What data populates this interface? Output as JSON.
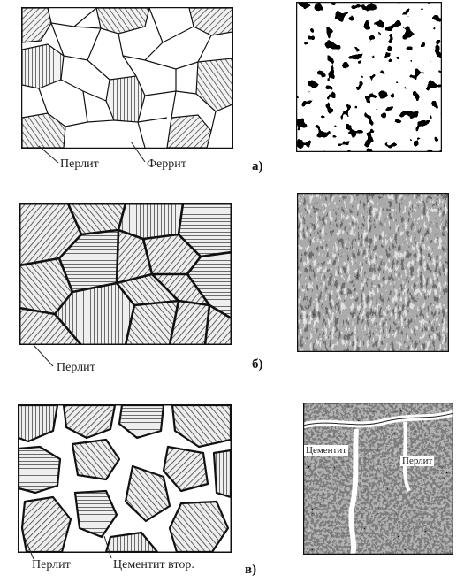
{
  "rows": [
    {
      "letter": "а)",
      "labels": {
        "pearlite": "Перлит",
        "ferrite": "Феррит"
      }
    },
    {
      "letter": "б)",
      "labels": {
        "pearlite": "Перлит"
      }
    },
    {
      "letter": "в)",
      "labels": {
        "pearlite": "Перлит",
        "cementite": "Цементит втор."
      },
      "micro_labels": {
        "cementite": "Цементит",
        "pearlite": "Перлит"
      }
    }
  ]
}
